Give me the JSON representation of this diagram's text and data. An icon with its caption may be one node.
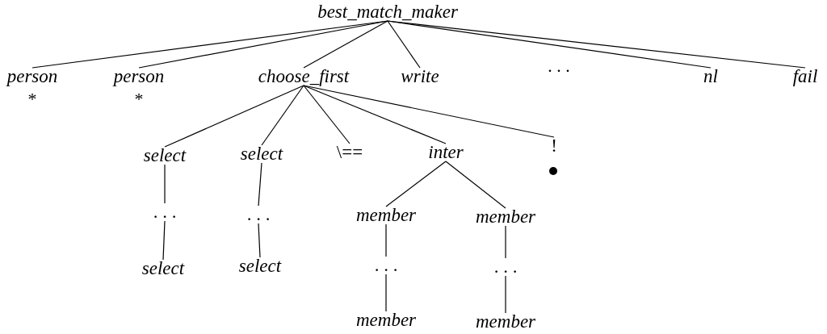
{
  "diagram": {
    "nodes": [
      {
        "text": [
          "best_match_maker"
        ]
      },
      {
        "text": [
          "person"
        ],
        "beside": [
          "*"
        ]
      },
      {
        "text": [
          "person"
        ],
        "beside": [
          "*"
        ]
      },
      {
        "text": [
          "choose_first"
        ]
      },
      {
        "text": [
          "write"
        ]
      },
      {
        "text": [
          "nl"
        ]
      },
      {
        "text": [
          "fail"
        ]
      },
      {
        "text": [
          "select"
        ]
      },
      {
        "text": [
          "select"
        ]
      },
      {
        "text": [
          "\\=="
        ]
      },
      {
        "text": [
          "inter"
        ]
      },
      {
        "text": [
          "!"
        ]
      },
      {
        "text": [
          ". . ."
        ]
      },
      {
        "text": [
          ". . ."
        ]
      },
      {
        "text": [
          "select"
        ]
      },
      {
        "text": [
          "select"
        ]
      },
      {
        "text": [
          "member"
        ]
      },
      {
        "text": [
          "member"
        ]
      },
      {
        "text": [
          ". . ."
        ]
      },
      {
        "text": [
          ". . ."
        ]
      },
      {
        "text": [
          "member"
        ]
      },
      {
        "text": [
          "member"
        ]
      }
    ],
    "edges": [
      {
        "from": 0,
        "to": 1,
        "arrow": "none"
      },
      {
        "from": 0,
        "to": 2,
        "arrow": "none"
      },
      {
        "from": 0,
        "to": 3,
        "arrow": "none"
      },
      {
        "from": 0,
        "to": 4,
        "arrow": "none"
      },
      {
        "from": 0,
        "to": 5,
        "arrow": "none"
      },
      {
        "from": 0,
        "to": 6,
        "arrow": "none"
      },
      {
        "from": 3,
        "to": 7,
        "arrow": "none"
      },
      {
        "from": 3,
        "to": 8,
        "arrow": "none"
      },
      {
        "from": 3,
        "to": 9,
        "arrow": "none"
      },
      {
        "from": 3,
        "to": 10,
        "arrow": "none"
      },
      {
        "from": 3,
        "to": 11,
        "arrow": "none"
      },
      {
        "from": 7,
        "to": 12,
        "arrow": "none"
      },
      {
        "from": 12,
        "to": 14,
        "arrow": "none"
      },
      {
        "from": 8,
        "to": 13,
        "arrow": "none"
      },
      {
        "from": 13,
        "to": 15,
        "arrow": "none"
      },
      {
        "from": 10,
        "to": 16,
        "arrow": "none"
      },
      {
        "from": 10,
        "to": 17,
        "arrow": "none"
      },
      {
        "from": 16,
        "to": 18,
        "arrow": "none"
      },
      {
        "from": 18,
        "to": 20,
        "arrow": "none"
      },
      {
        "from": 17,
        "to": 19,
        "arrow": "none"
      },
      {
        "from": 19,
        "to": 21,
        "arrow": "none"
      }
    ],
    "labels": [
      ". . ."
    ]
  }
}
